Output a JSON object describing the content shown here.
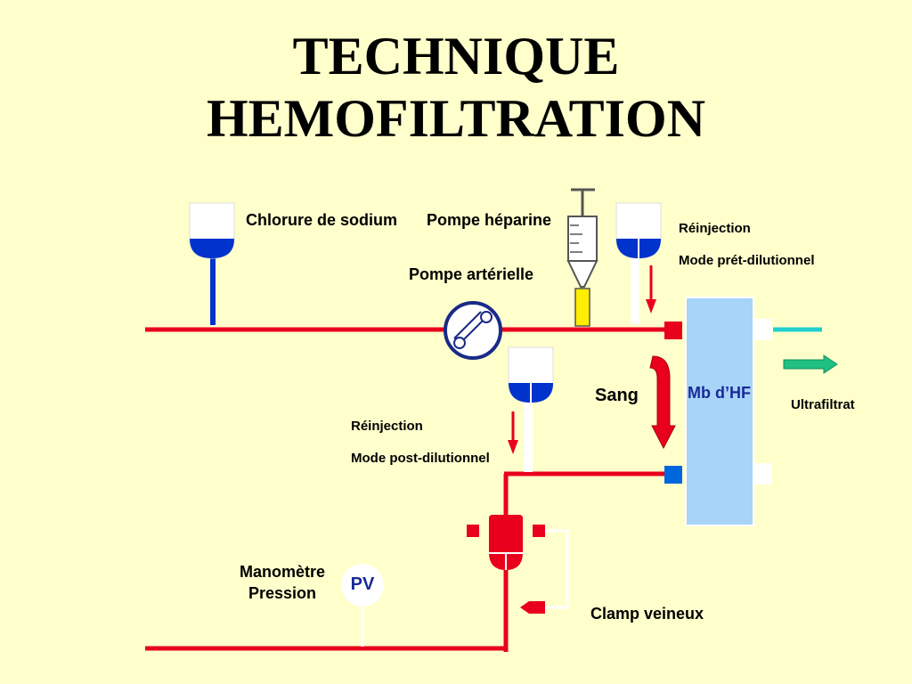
{
  "title": {
    "line1": "TECHNIQUE",
    "line2": "HEMOFILTRATION"
  },
  "labels": {
    "chlorure": "Chlorure de sodium",
    "pompe_heparine": "Pompe héparine",
    "pompe_arterielle": "Pompe artérielle",
    "reinjection_pre": "Réinjection",
    "mode_pre": "Mode prét-dilutionnel",
    "reinjection_post": "Réinjection",
    "mode_post": "Mode post-dilutionnel",
    "sang": "Sang",
    "membrane": "Mb d’HF",
    "ultrafiltrat": "Ultrafiltrat",
    "manometre_line1": "Manomètre",
    "manometre_line2": "Pression",
    "pv": "PV",
    "clamp": "Clamp veineux"
  },
  "colors": {
    "background": "#ffffcc",
    "blood_line": "#e8001c",
    "fluid_blue": "#0033cc",
    "membrane": "#a8d4f8",
    "ultrafiltrat_line": "#20d0d0",
    "ultrafiltrat_arrow": "#20c080",
    "heparin_syringe": "#ffee00"
  }
}
